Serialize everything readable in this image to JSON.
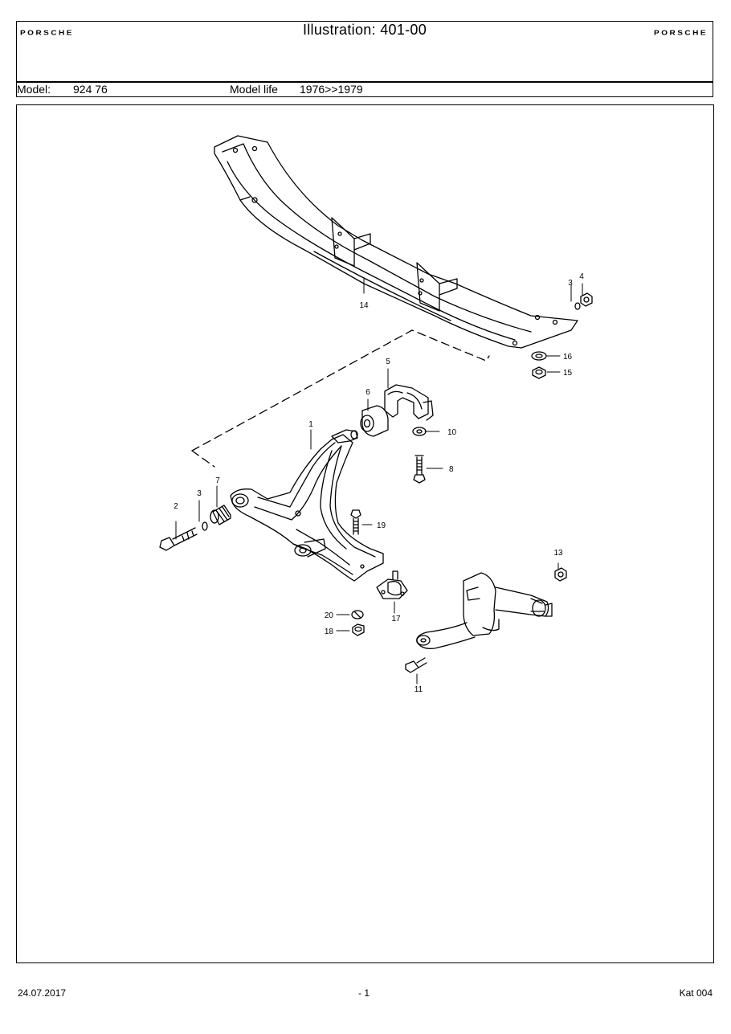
{
  "header": {
    "brand": "PORSCHE",
    "title": "Illustration: 401-00",
    "model_label": "Model:",
    "model_value": "924 76",
    "model_life_label": "Model life",
    "model_life_value": "1976>>1979"
  },
  "diagram": {
    "callouts": [
      "1",
      "2",
      "3",
      "3",
      "4",
      "5",
      "6",
      "7",
      "8",
      "10",
      "11",
      "13",
      "14",
      "15",
      "16",
      "17",
      "18",
      "19",
      "20"
    ]
  },
  "footer": {
    "date": "24.07.2017",
    "page": "- 1",
    "catalog": "Kat 004"
  }
}
